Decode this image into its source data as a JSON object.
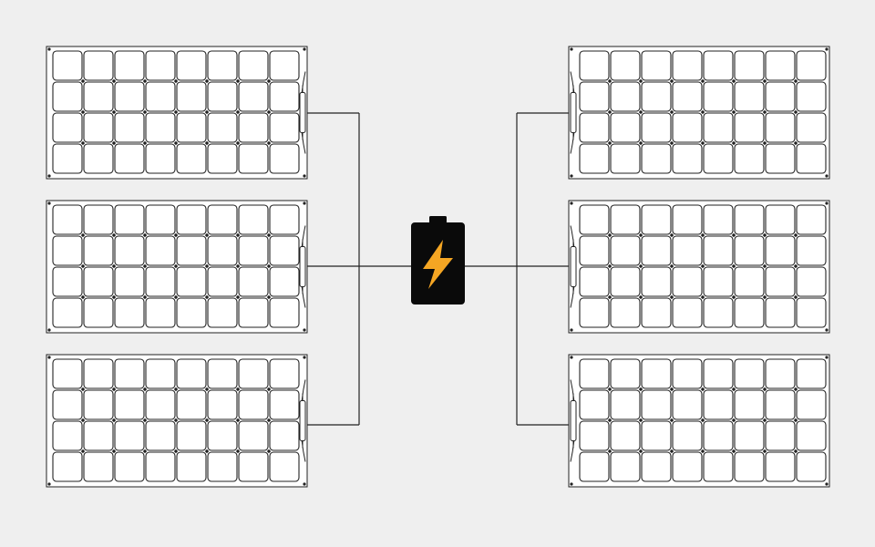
{
  "diagram": {
    "background_color": "#efefef",
    "line_color": "#222222",
    "panel_fill": "#ffffff",
    "battery": {
      "body_color": "#0a0a0a",
      "bolt_color": "#f5a623",
      "icon": "lightning-bolt-icon"
    },
    "panels": [
      {
        "id": "left-1",
        "side": "left",
        "rows": 4,
        "cols": 8
      },
      {
        "id": "left-2",
        "side": "left",
        "rows": 4,
        "cols": 8
      },
      {
        "id": "left-3",
        "side": "left",
        "rows": 4,
        "cols": 8
      },
      {
        "id": "right-1",
        "side": "right",
        "rows": 4,
        "cols": 8
      },
      {
        "id": "right-2",
        "side": "right",
        "rows": 4,
        "cols": 8
      },
      {
        "id": "right-3",
        "side": "right",
        "rows": 4,
        "cols": 8
      }
    ],
    "wiring": "parallel"
  }
}
